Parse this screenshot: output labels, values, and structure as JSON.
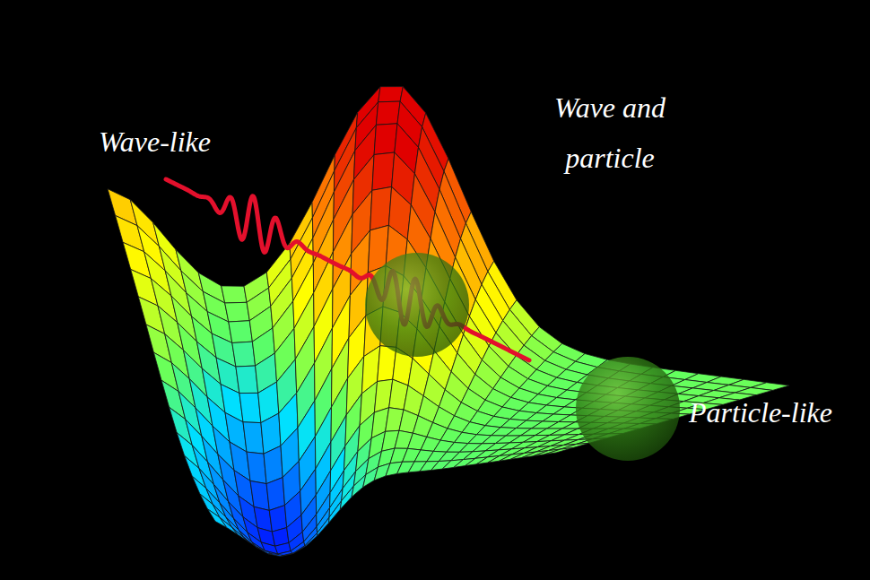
{
  "diagram": {
    "labels": [
      "Wave-like",
      "Wave and particle",
      "Particle-like"
    ]
  }
}
